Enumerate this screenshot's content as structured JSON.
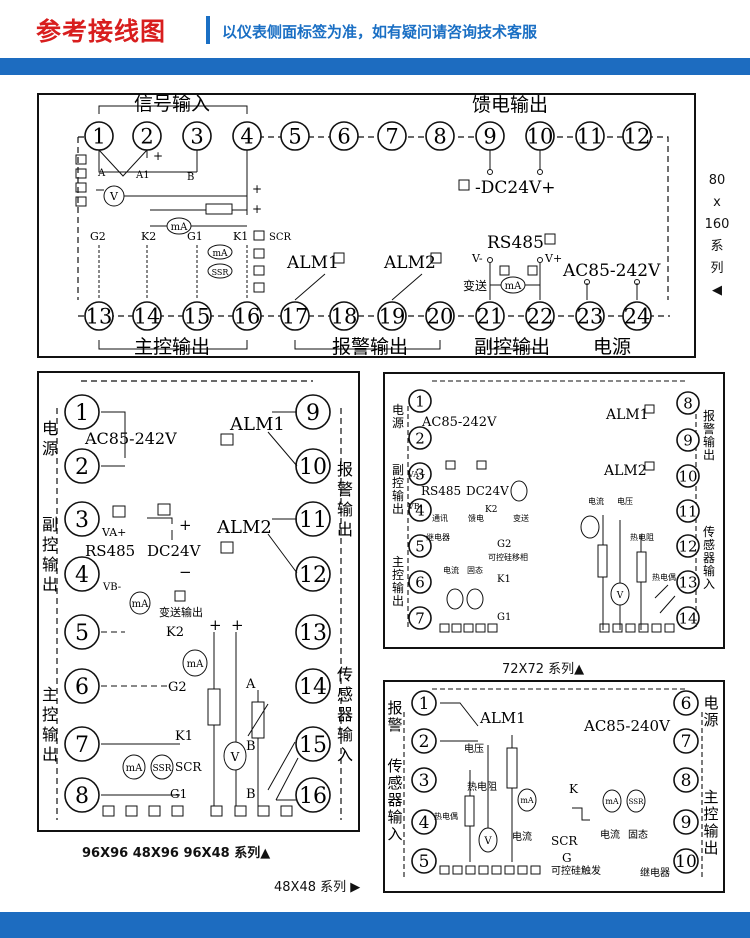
{
  "header": {
    "title": "参考接线图",
    "subtitle": "以仪表侧面标签为准，如有疑问请咨询技术客服"
  },
  "colors": {
    "accent_red": "#d81e1e",
    "accent_blue": "#1d6cc0"
  },
  "d80": {
    "top_numbers": [
      "1",
      "2",
      "3",
      "4",
      "5",
      "6",
      "7",
      "8",
      "9",
      "10",
      "11",
      "12"
    ],
    "bottom_numbers": [
      "13",
      "14",
      "15",
      "16",
      "17",
      "18",
      "19",
      "20",
      "21",
      "22",
      "23",
      "24"
    ],
    "signal_input": "信号输入",
    "feed_output": "馈电输出",
    "dc24v": "-DC24V+",
    "rs485": "RS485",
    "alm1": "ALM1",
    "alm2": "ALM2",
    "ac": "AC85-242V",
    "main_ctrl": "主控输出",
    "alarm_out": "报警输出",
    "aux_ctrl": "副控输出",
    "power": "电源",
    "g2": "G2",
    "k2": "K2",
    "g1": "G1",
    "k1": "K1",
    "scr": "SCR",
    "vminus": "V-",
    "vplus": "V+",
    "transmit": "变送",
    "v": "V",
    "ma": "mA",
    "ssr": "SSR",
    "a": "A",
    "a1": "A1",
    "b": "B",
    "plus": "+"
  },
  "side_label": [
    "80",
    "x",
    "160",
    "系",
    "列",
    "◀"
  ],
  "d96": {
    "left_numbers": [
      "1",
      "2",
      "3",
      "4",
      "5",
      "6",
      "7",
      "8"
    ],
    "right_numbers": [
      "9",
      "10",
      "11",
      "12",
      "13",
      "14",
      "15",
      "16"
    ],
    "power": "电源",
    "ac": "AC85-242V",
    "aux_ctrl": "副控输出",
    "va_plus": "VA+",
    "rs485": "RS485",
    "dc24v": "DC24V",
    "vb_minus": "VB-",
    "transmit_out": "变送输出",
    "main_ctrl": "主控输出",
    "k2": "K2",
    "g2": "G2",
    "k1": "K1",
    "g1": "G1",
    "ssr": "SSR",
    "scr": "SCR",
    "ma": "mA",
    "v": "V",
    "alm1": "ALM1",
    "alm2": "ALM2",
    "alarm_out": "报警输出",
    "sensor_in": "传感器输入",
    "a": "A",
    "b": "B",
    "caption": "96X96 48X96 96X48 系列▲"
  },
  "d72": {
    "left_numbers": [
      "1",
      "2",
      "3",
      "4",
      "5",
      "6",
      "7"
    ],
    "right_numbers": [
      "8",
      "9",
      "10",
      "11",
      "12",
      "13",
      "14"
    ],
    "power": "电源",
    "ac": "AC85-242V",
    "aux_ctrl": "副控输出",
    "va_plus": "VA+",
    "rs485": "RS485",
    "dc24v": "DC24V",
    "vb_minus": "VB-",
    "comm": "通讯",
    "feed": "馈电",
    "transmit": "变送",
    "main_ctrl": "主控输出",
    "relay": "继电器",
    "g2": "G2",
    "scr_trig": "可控硅移相",
    "current": "电流",
    "solid": "固态",
    "k1": "K1",
    "g1": "G1",
    "k2": "K2",
    "alm1": "ALM1",
    "alm2": "ALM2",
    "alarm_out": "报警输出",
    "voltage": "电压",
    "thermistor": "热电阻",
    "thermocouple": "热电偶",
    "sensor_in": "传感器输入",
    "caption": "72X72 系列▲"
  },
  "d48": {
    "left_numbers": [
      "1",
      "2",
      "3",
      "4",
      "5"
    ],
    "right_numbers": [
      "6",
      "7",
      "8",
      "9",
      "10"
    ],
    "alarm": "报警",
    "alm1": "ALM1",
    "voltage": "电压",
    "sensor_in": "传感器输入",
    "thermistor": "热电阻",
    "thermocouple": "热电偶",
    "current": "电流",
    "ac": "AC85-240V",
    "power": "电源",
    "main_ctrl": "主控输出",
    "k": "K",
    "scr": "SCR",
    "g": "G",
    "scr_trig": "可控硅触发",
    "solid": "固态",
    "relay": "继电器",
    "caption": "48X48 系列 ▶"
  }
}
